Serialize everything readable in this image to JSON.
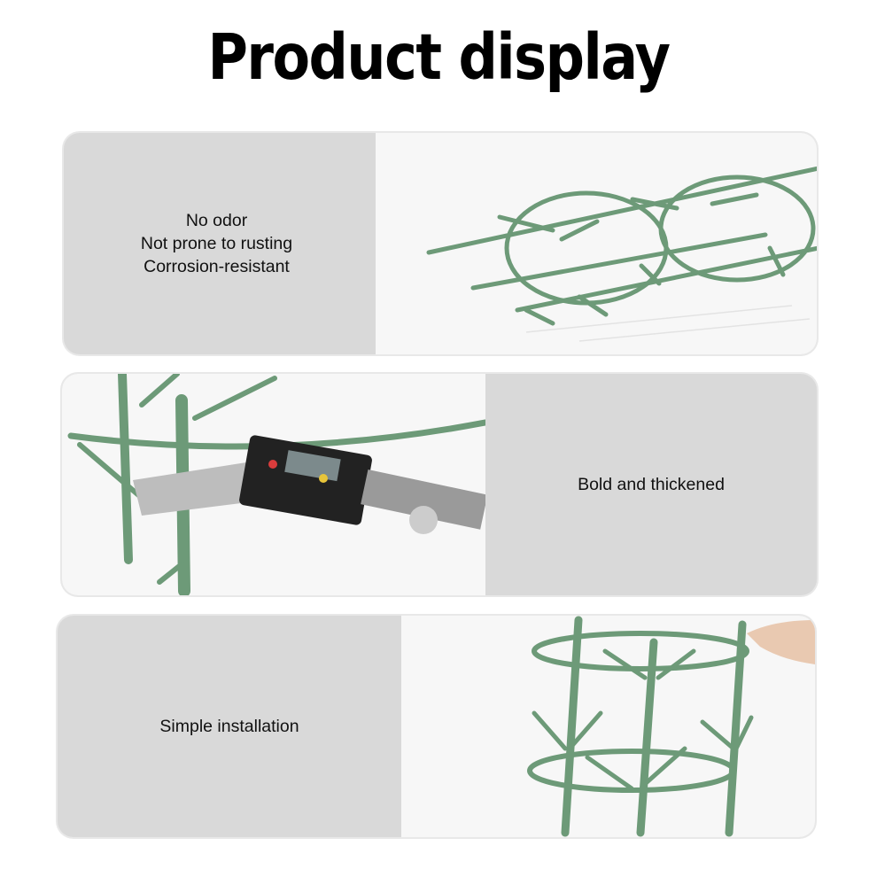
{
  "title": "Product display",
  "colors": {
    "stake_green": "#6d9a78",
    "card_bg": "#d9d9d9",
    "photo_bg": "#f7f7f7",
    "caliper_black": "#222222"
  },
  "cards": [
    {
      "lines": [
        "No odor",
        "Not prone to rusting",
        "Corrosion-resistant"
      ],
      "image": "plant-support-cage-side-view"
    },
    {
      "lines": [
        "Bold and thickened"
      ],
      "image": "digital-caliper-measuring-stake"
    },
    {
      "lines": [
        "Simple installation"
      ],
      "image": "hand-assembling-plant-support-cage"
    }
  ]
}
